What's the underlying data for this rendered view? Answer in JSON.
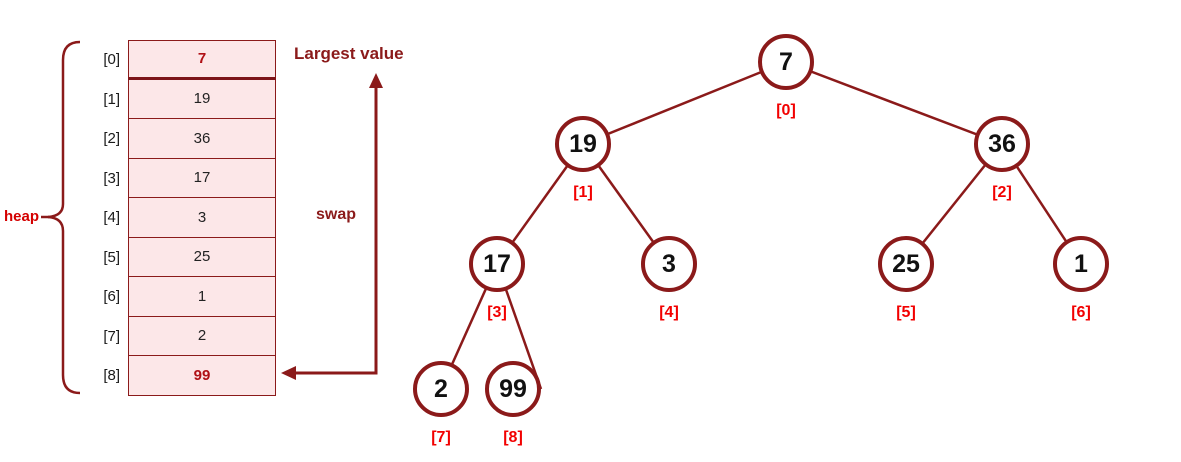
{
  "labels": {
    "heap": "heap",
    "largest_value": "Largest value",
    "swap": "swap"
  },
  "array": {
    "rows": [
      {
        "index": "[0]",
        "value": "7"
      },
      {
        "index": "[1]",
        "value": "19"
      },
      {
        "index": "[2]",
        "value": "36"
      },
      {
        "index": "[3]",
        "value": "17"
      },
      {
        "index": "[4]",
        "value": "3"
      },
      {
        "index": "[5]",
        "value": "25"
      },
      {
        "index": "[6]",
        "value": "1"
      },
      {
        "index": "[7]",
        "value": "2"
      },
      {
        "index": "[8]",
        "value": "99"
      }
    ],
    "highlighted_rows": [
      0,
      8
    ]
  },
  "tree": {
    "nodes": [
      {
        "value": "7",
        "index_label": "[0]"
      },
      {
        "value": "19",
        "index_label": "[1]"
      },
      {
        "value": "36",
        "index_label": "[2]"
      },
      {
        "value": "17",
        "index_label": "[3]"
      },
      {
        "value": "3",
        "index_label": "[4]"
      },
      {
        "value": "25",
        "index_label": "[5]"
      },
      {
        "value": "1",
        "index_label": "[6]"
      },
      {
        "value": "2",
        "index_label": "[7]"
      },
      {
        "value": "99",
        "index_label": "[8]"
      }
    ],
    "edges": [
      [
        0,
        1
      ],
      [
        0,
        2
      ],
      [
        1,
        3
      ],
      [
        1,
        4
      ],
      [
        2,
        5
      ],
      [
        2,
        6
      ],
      [
        3,
        7
      ],
      [
        3,
        8
      ]
    ]
  },
  "colors": {
    "dark_red": "#8b1a1a",
    "bright_red": "#f20000",
    "highlight_value": "#b01015",
    "cell_fill": "#fce7e8"
  }
}
